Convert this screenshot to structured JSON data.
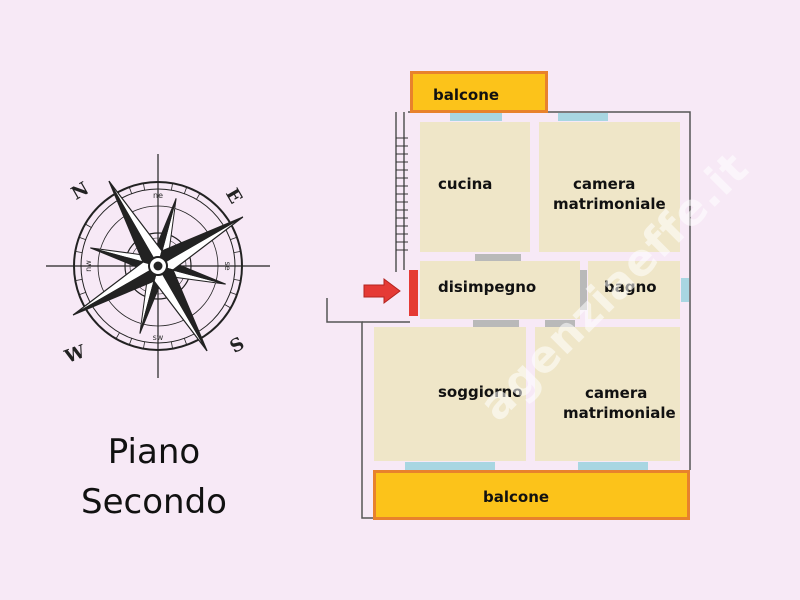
{
  "compass": {
    "cardinal": {
      "north": "N",
      "east": "E",
      "south": "S",
      "west": "W"
    },
    "inter": {
      "ne": "ne",
      "se": "se",
      "sw": "sw",
      "nw": "nw"
    }
  },
  "floor": {
    "line1": "Piano",
    "line2": "Secondo"
  },
  "plan": {
    "balcone_top": "balcone",
    "cucina": "cucina",
    "camera_top_line1": "camera",
    "camera_top_line2": "matrimoniale",
    "disimpegno": "disimpegno",
    "bagno": "bagno",
    "soggiorno": "soggiorno",
    "camera_bottom_line1": "camera",
    "camera_bottom_line2": "matrimoniale",
    "balcone_bottom": "balcone"
  },
  "colors": {
    "background": "#f7e9f6",
    "room_fill": "#efe6c8",
    "balcony_fill": "#fcc31a",
    "balcony_border": "#e8822c",
    "entrance_arrow": "#e53a35",
    "window": "#a8d6e2"
  },
  "icons": {
    "entrance": "arrow-right-icon"
  },
  "watermark": "agenziaeffe.it"
}
